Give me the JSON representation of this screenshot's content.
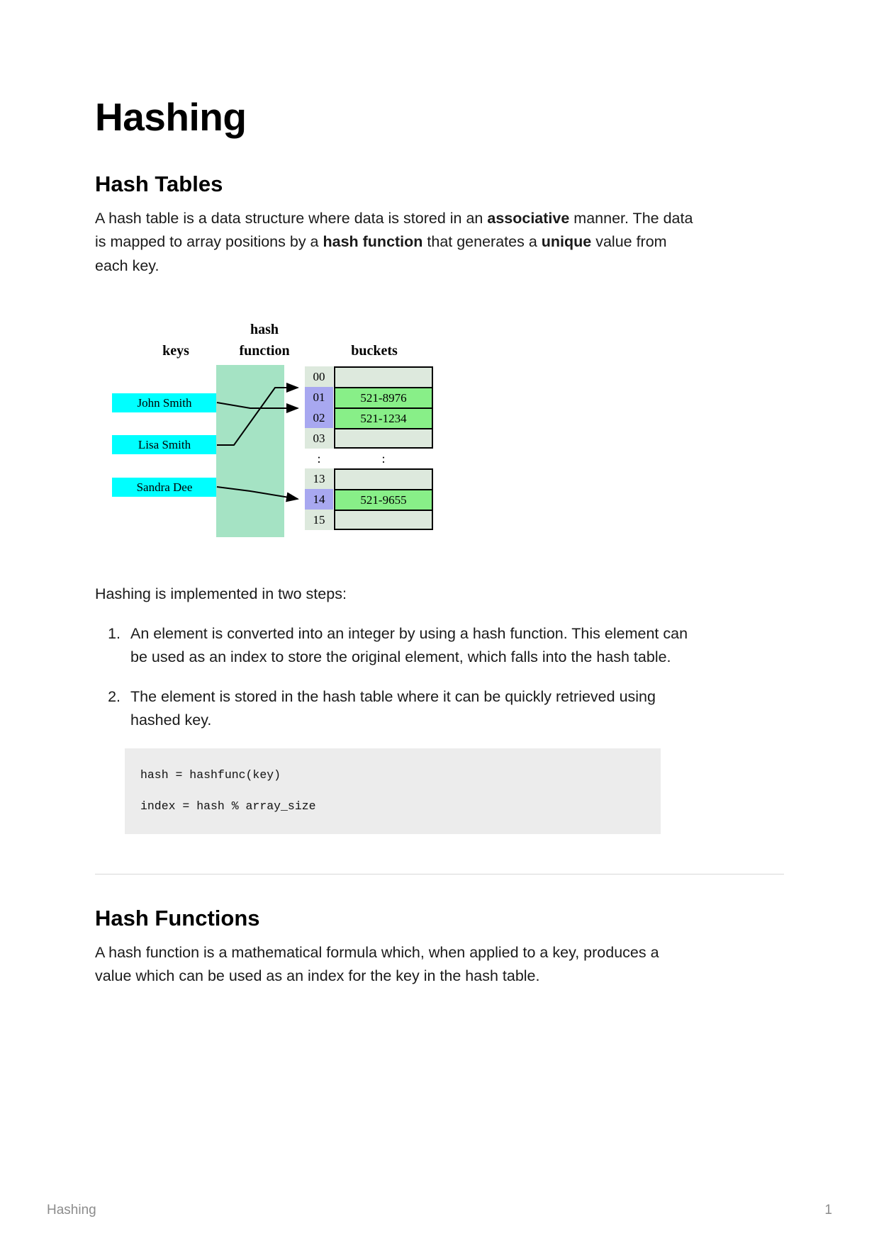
{
  "document": {
    "title": "Hashing"
  },
  "sections": {
    "hash_tables": {
      "heading": "Hash Tables",
      "intro_parts": [
        "A hash table is a data structure where data is stored in an ",
        "associative",
        " manner. The data is mapped to array positions by a ",
        "hash function",
        " that generates a ",
        "unique",
        " value from each key."
      ],
      "lead": "Hashing is implemented in two steps:",
      "steps": [
        "An element is converted into an integer by using a hash function. This element can be used as an index to store the original element, which falls into the hash table.",
        "The element is stored in the hash table where it can be quickly retrieved using hashed key."
      ],
      "code_lines": [
        "hash = hashfunc(key)",
        "index = hash % array_size"
      ]
    },
    "hash_functions": {
      "heading": "Hash Functions",
      "paragraph": "A hash function is a mathematical formula which, when applied to a key, produces a value which can be used as an index for the key in the hash table."
    }
  },
  "figure": {
    "labels": {
      "keys": "keys",
      "hash_line1": "hash",
      "hash_line2": "function",
      "buckets": "buckets"
    },
    "keys": [
      {
        "name": "John Smith"
      },
      {
        "name": "Lisa Smith"
      },
      {
        "name": "Sandra Dee"
      }
    ],
    "top_rows": [
      {
        "index": "00",
        "value": "",
        "highlighted": false
      },
      {
        "index": "01",
        "value": "521-8976",
        "highlighted": true
      },
      {
        "index": "02",
        "value": "521-1234",
        "highlighted": true
      },
      {
        "index": "03",
        "value": "",
        "highlighted": false
      }
    ],
    "ellipsis": ":",
    "bottom_rows": [
      {
        "index": "13",
        "value": "",
        "highlighted": false
      },
      {
        "index": "14",
        "value": "521-9655",
        "highlighted": true
      },
      {
        "index": "15",
        "value": "",
        "highlighted": false
      }
    ],
    "colors": {
      "key_box": "#00ffff",
      "hash_box": "#a5e3c4",
      "bucket_empty": "#dde9dd",
      "bucket_filled": "#88ef88",
      "index_highlight": "#a8a8f0"
    }
  },
  "footer": {
    "left": "Hashing",
    "page_number": "1"
  }
}
